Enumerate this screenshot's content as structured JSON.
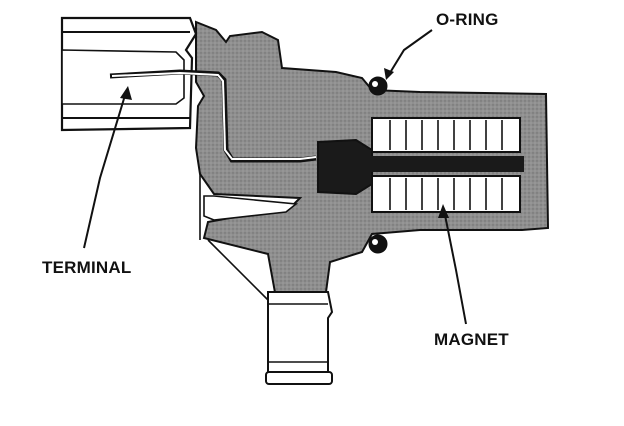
{
  "labels": {
    "o_ring": "O-RING",
    "terminal": "TERMINAL",
    "magnet": "MAGNET"
  },
  "colors": {
    "body_fill": "#8f8f8f",
    "ink": "#111111",
    "paper": "#ffffff",
    "core": "#1a1a1a"
  }
}
